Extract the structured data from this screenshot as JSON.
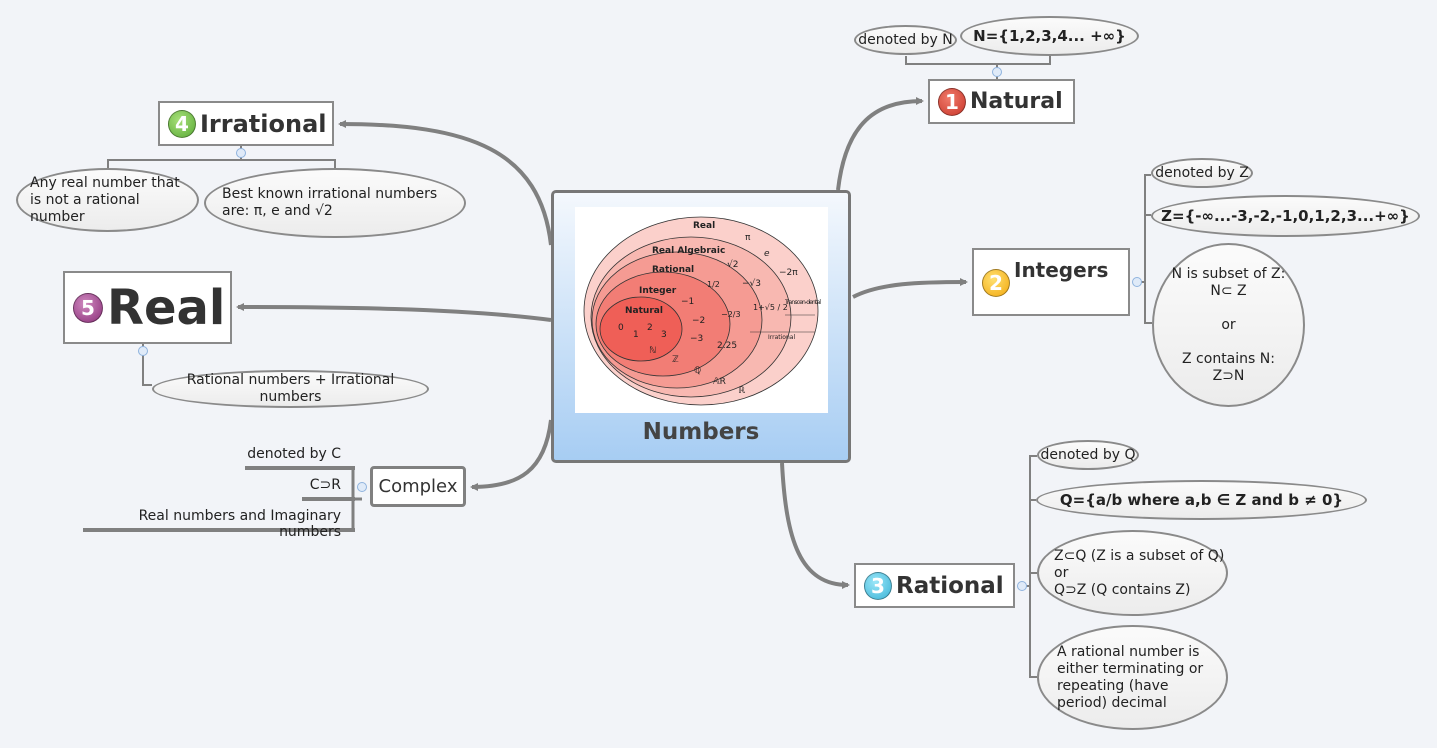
{
  "central": {
    "title": "Numbers",
    "diagram": {
      "real": "Real",
      "real_algebraic": "Real Algebraic",
      "rational": "Rational",
      "integer": "Integer",
      "natural": "Natural",
      "pi": "π",
      "e": "e",
      "sqrt2": "√2",
      "neg_sqrt3": "−√3",
      "neg_2pi": "−2π",
      "half": "1/2",
      "neg1": "−1",
      "neg2": "−2",
      "neg3": "−3",
      "neg_two_thirds": "−2/3",
      "golden": "1+√5 / 2",
      "two25": "2.25",
      "n0": "0",
      "n1": "1",
      "n2": "2",
      "n3": "3",
      "sym_N": "ℕ",
      "sym_Z": "ℤ",
      "sym_Q": "ℚ",
      "sym_A": "𝔸R",
      "sym_R": "ℝ",
      "transcendental": "Transcen-dental",
      "irrational": "Irrational"
    }
  },
  "topics": {
    "natural": {
      "number": "1",
      "label": "Natural",
      "color": "#c8362a",
      "children": [
        "denoted by N",
        "N={1,2,3,4... +∞}"
      ]
    },
    "integers": {
      "number": "2",
      "label": "Integers",
      "color": "#f2a80e",
      "children": [
        "denoted by Z",
        "Z={-∞...-3,-2,-1,0,1,2,3...+∞}"
      ],
      "subset": [
        "N is subset of Z:",
        "N⊂ Z",
        "or",
        "Z contains N:",
        "Z⊃N"
      ]
    },
    "rational": {
      "number": "3",
      "label": "Rational",
      "color": "#3bb3d6",
      "children": [
        "denoted by Q",
        "Q={a/b where a,b ∈ Z and b ≠ 0}"
      ],
      "subset": [
        "Z⊂Q (Z is a subset of Q)",
        "or",
        "Q⊃Z (Q contains Z)"
      ],
      "decimal": "A rational number is either terminating or repeating (have period) decimal"
    },
    "irrational": {
      "number": "4",
      "label": "Irrational",
      "color": "#5aaa36",
      "children": [
        "Any real number that is not a rational number",
        "Best known irrational numbers are: π, e and √2"
      ]
    },
    "real": {
      "number": "5",
      "label": "Real",
      "color": "#8a2f78",
      "children": [
        "Rational numbers + Irrational numbers"
      ]
    },
    "complex": {
      "label": "Complex",
      "children": [
        "denoted by C",
        "C⊃R",
        "Real numbers and Imaginary numbers"
      ]
    }
  }
}
